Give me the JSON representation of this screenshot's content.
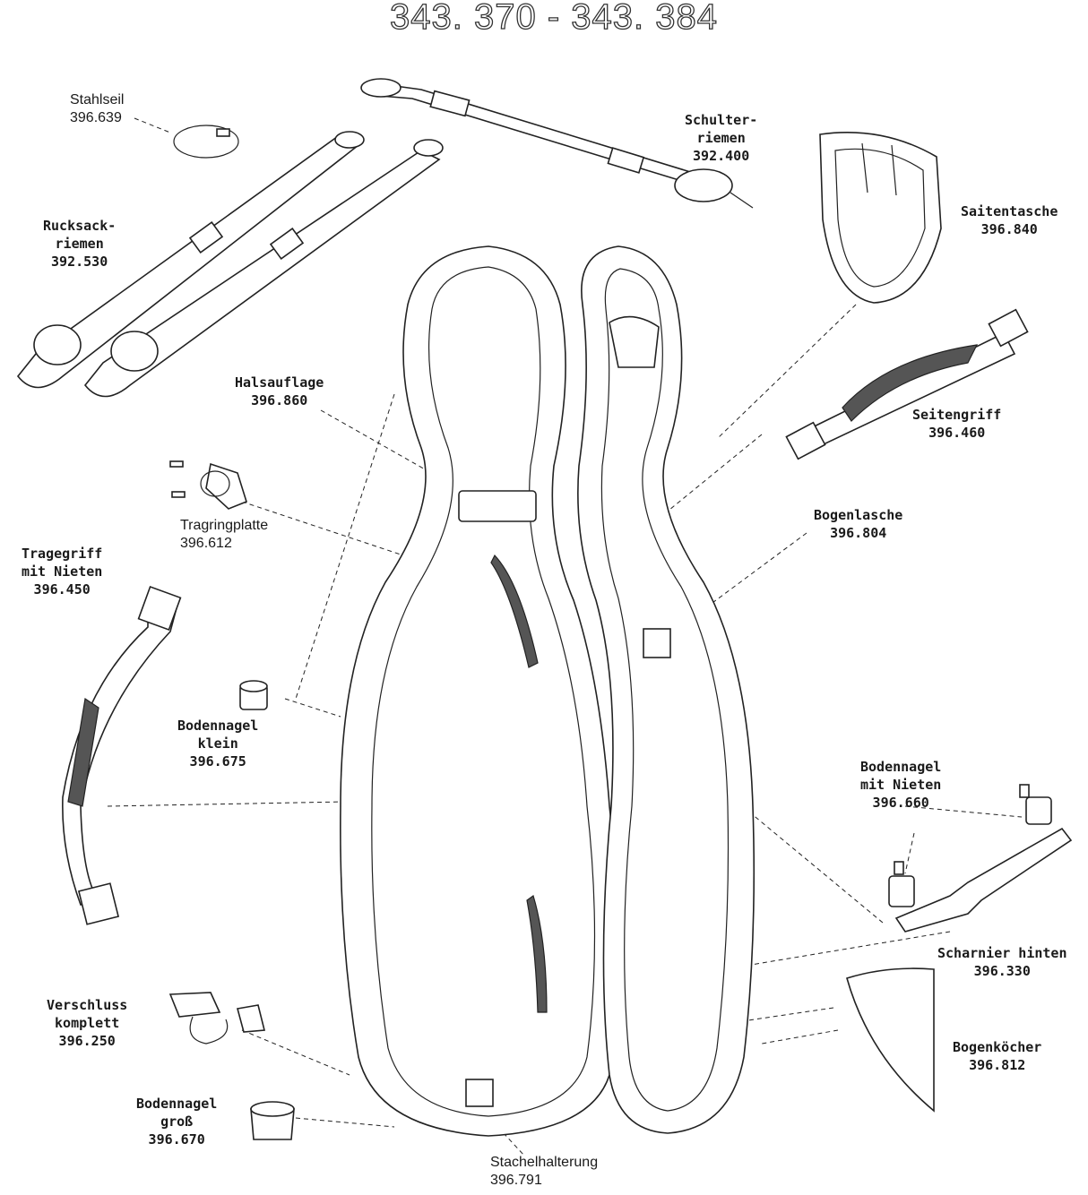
{
  "title": "343. 370  -  343. 384",
  "parts": {
    "stahlseil": {
      "name": "Stahlseil",
      "number": "396.639"
    },
    "schulterriemen": {
      "line1": "Schulter-",
      "line2": "riemen",
      "number": "392.400"
    },
    "rucksackriemen": {
      "line1": "Rucksack-",
      "line2": "riemen",
      "number": "392.530"
    },
    "saitentasche": {
      "name": "Saitentasche",
      "number": "396.840"
    },
    "halsauflage": {
      "name": "Halsauflage",
      "number": "396.860"
    },
    "seitengriff": {
      "name": "Seitengriff",
      "number": "396.460"
    },
    "tragringplatte": {
      "name": "Tragringplatte",
      "number": "396.612"
    },
    "bogenlasche": {
      "name": "Bogenlasche",
      "number": "396.804"
    },
    "tragegriff": {
      "line1": "Tragegriff",
      "line2": "mit Nieten",
      "number": "396.450"
    },
    "bodennagel_klein": {
      "line1": "Bodennagel",
      "line2": "klein",
      "number": "396.675"
    },
    "bodennagel_nieten": {
      "line1": "Bodennagel",
      "line2": "mit Nieten",
      "number": "396.660"
    },
    "scharnier": {
      "name": "Scharnier hinten",
      "number": "396.330"
    },
    "verschluss": {
      "line1": "Verschluss",
      "line2": "komplett",
      "number": "396.250"
    },
    "bogenkoecher": {
      "name": "Bogenköcher",
      "number": "396.812"
    },
    "bodennagel_gross": {
      "line1": "Bodennagel",
      "line2": "groß",
      "number": "396.670"
    },
    "stachelhalterung": {
      "name": "Stachelhalterung",
      "number": "396.791"
    }
  }
}
